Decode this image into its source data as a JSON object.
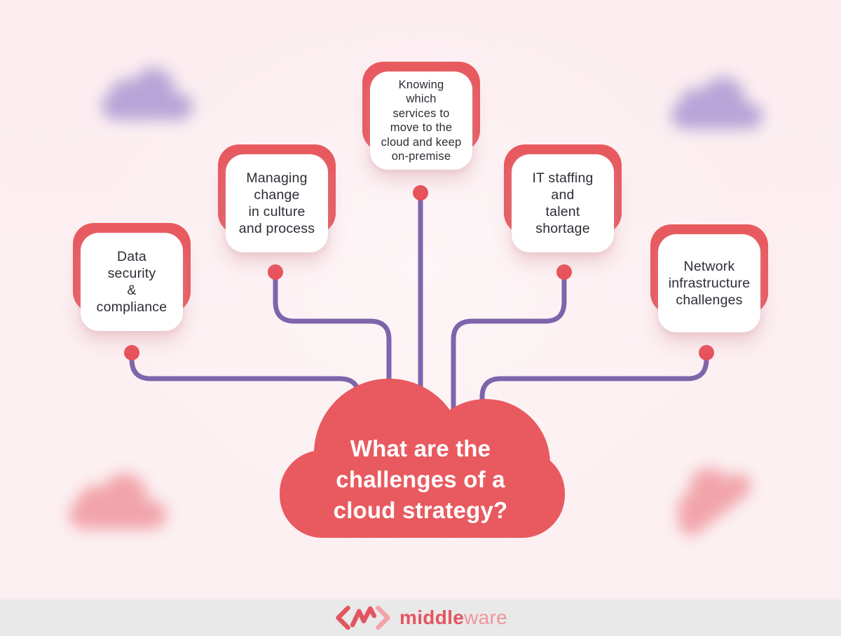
{
  "cloud": {
    "question": "What are the\nchallenges of a\ncloud strategy?"
  },
  "challenges": [
    {
      "label": "Data\nsecurity\n&\ncompliance"
    },
    {
      "label": "Managing\nchange\nin culture\nand process"
    },
    {
      "label": "Knowing\nwhich\nservices to\nmove to the\ncloud and keep\non-premise"
    },
    {
      "label": "IT staffing\nand\ntalent\nshortage"
    },
    {
      "label": "Network\ninfrastructure\nchallenges"
    }
  ],
  "footer": {
    "brand_bold": "middle",
    "brand_light": "ware"
  },
  "colors": {
    "accent_red": "#e85a5f",
    "dot_red": "#e8515a",
    "connector_purple": "#7e65ab",
    "deco_purple": "#b4a2d6",
    "deco_pink": "#f1a1a7",
    "background_pink": "#fcf0f2",
    "footer_gray": "#e9e9ea",
    "card_text": "#2d2d35",
    "logo_bold_red": "#e25560",
    "logo_light_red": "#f0969b"
  }
}
